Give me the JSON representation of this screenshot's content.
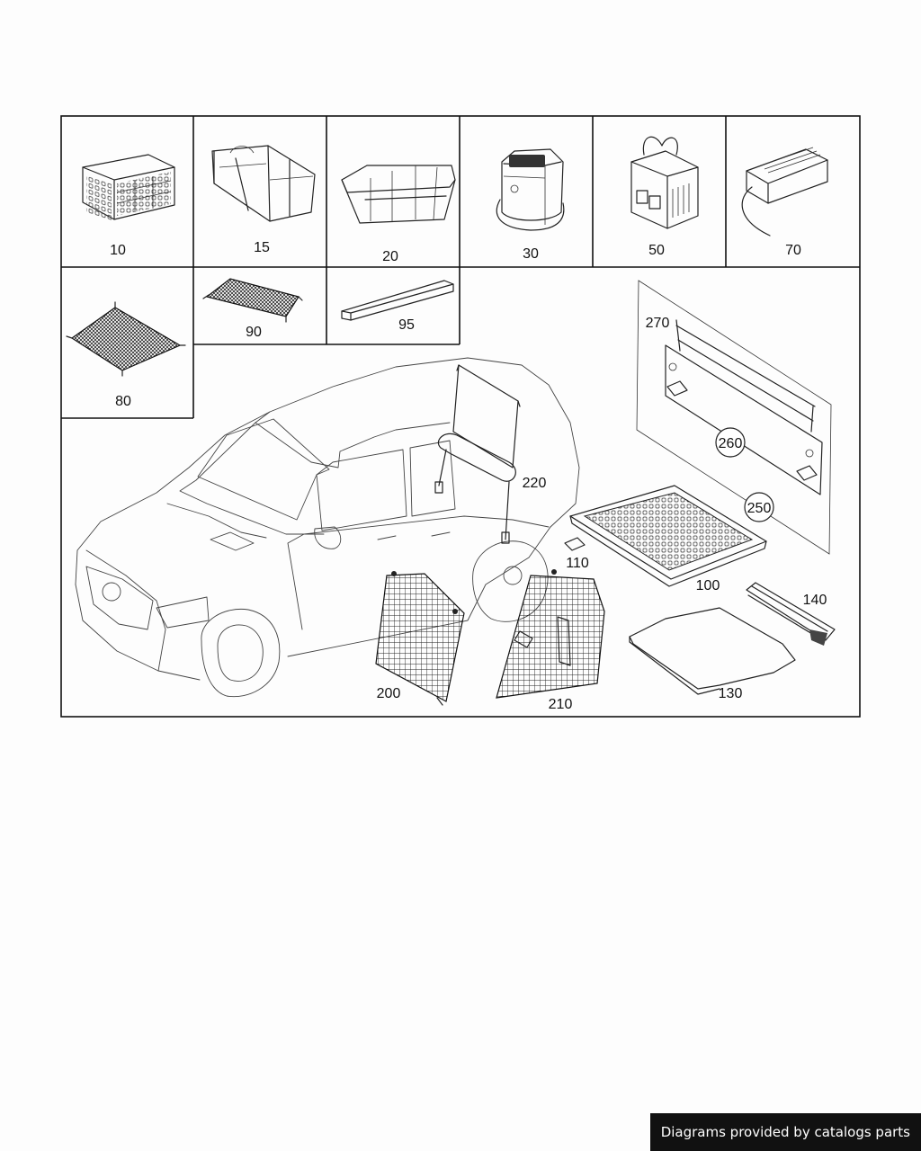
{
  "parts": [
    {
      "id": "p10",
      "label": "10"
    },
    {
      "id": "p15",
      "label": "15"
    },
    {
      "id": "p20",
      "label": "20"
    },
    {
      "id": "p30",
      "label": "30"
    },
    {
      "id": "p50",
      "label": "50"
    },
    {
      "id": "p70",
      "label": "70"
    },
    {
      "id": "p80",
      "label": "80"
    },
    {
      "id": "p90",
      "label": "90"
    },
    {
      "id": "p95",
      "label": "95"
    },
    {
      "id": "p100",
      "label": "100"
    },
    {
      "id": "p110",
      "label": "110"
    },
    {
      "id": "p130",
      "label": "130"
    },
    {
      "id": "p140",
      "label": "140"
    },
    {
      "id": "p200",
      "label": "200"
    },
    {
      "id": "p210",
      "label": "210"
    },
    {
      "id": "p220",
      "label": "220"
    },
    {
      "id": "p250",
      "label": "250"
    },
    {
      "id": "p260",
      "label": "260"
    },
    {
      "id": "p270",
      "label": "270"
    }
  ],
  "footer": {
    "text": "Diagrams provided by catalogs parts"
  }
}
